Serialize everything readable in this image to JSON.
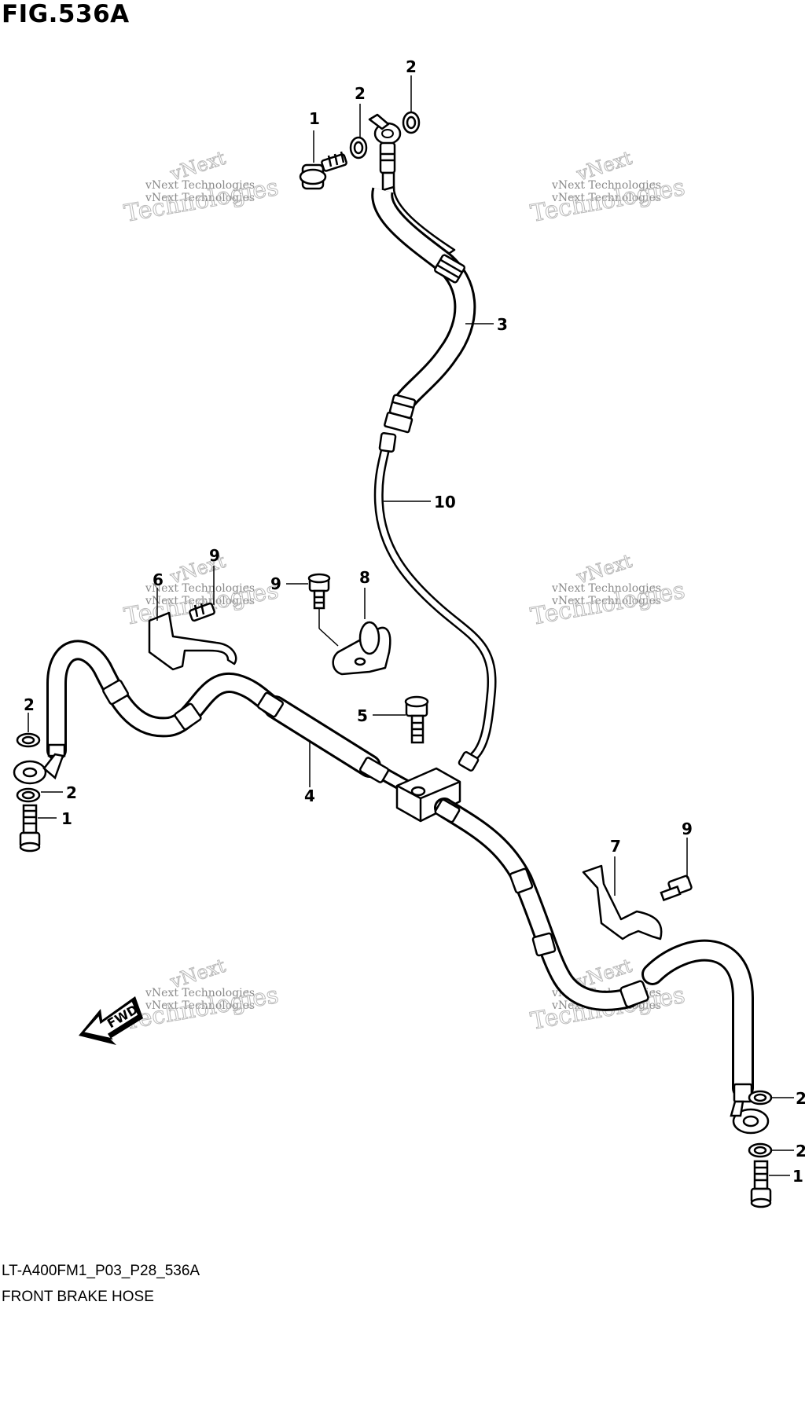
{
  "figure": {
    "title": "FIG.536A",
    "diagram_code": "LT-A400FM1_P03_P28_536A",
    "diagram_name": "FRONT BRAKE HOSE"
  },
  "direction_marker": {
    "label": "FWD"
  },
  "watermark": {
    "line1": "vNext Technologies",
    "line2": "vNext",
    "line3": "Technologies"
  },
  "callouts": {
    "c1_top": "1",
    "c2_top_a": "2",
    "c2_top_b": "2",
    "c3": "3",
    "c10": "10",
    "c9_left": "9",
    "c6": "6",
    "c9_mid": "9",
    "c8": "8",
    "c5": "5",
    "c4": "4",
    "c2_left_top": "2",
    "c2_left_bot": "2",
    "c1_left": "1",
    "c7": "7",
    "c9_right": "9",
    "c2_right_top": "2",
    "c2_right_bot": "2",
    "c1_right": "1"
  }
}
